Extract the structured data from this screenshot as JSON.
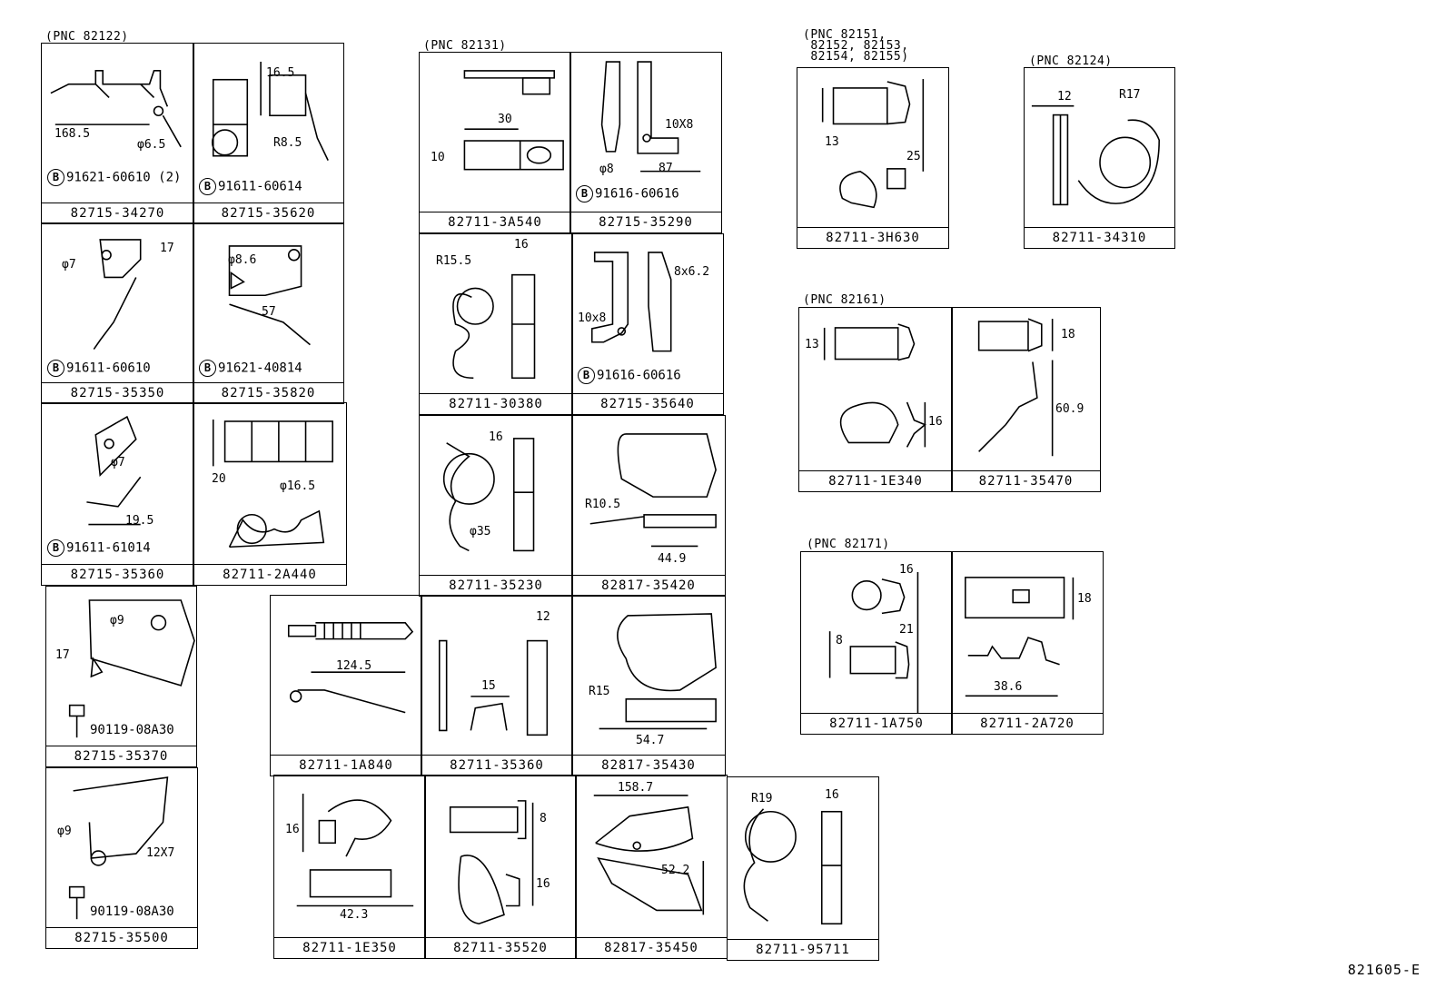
{
  "groups": [
    {
      "label": "(PNC 82122)"
    },
    {
      "label": "(PNC 82131)"
    },
    {
      "label": "(PNC 82151,\n 82152, 82153,\n 82154, 82155)"
    },
    {
      "label": "(PNC 82124)"
    },
    {
      "label": "(PNC 82161)"
    },
    {
      "label": "(PNC 82171)"
    }
  ],
  "parts": [
    {
      "pn": "82715-34270",
      "bolt": "91621-60610 (2)",
      "bolt_type": "B",
      "dims": [
        "168.5",
        "φ6.5"
      ]
    },
    {
      "pn": "82715-35620",
      "bolt": "91611-60614",
      "bolt_type": "B",
      "dims": [
        "16.5",
        "R8.5"
      ]
    },
    {
      "pn": "82715-35350",
      "bolt": "91611-60610",
      "bolt_type": "B",
      "dims": [
        "φ7",
        "17"
      ]
    },
    {
      "pn": "82715-35820",
      "bolt": "91621-40814",
      "bolt_type": "B",
      "dims": [
        "φ8.6",
        "57"
      ]
    },
    {
      "pn": "82715-35360",
      "bolt": "91611-61014",
      "bolt_type": "B",
      "dims": [
        "φ7",
        "19.5"
      ]
    },
    {
      "pn": "82711-2A440",
      "bolt": "",
      "bolt_type": "",
      "dims": [
        "20",
        "φ16.5"
      ]
    },
    {
      "pn": "82715-35370",
      "bolt": "90119-08A30",
      "bolt_type": "screw",
      "dims": [
        "φ9",
        "17"
      ]
    },
    {
      "pn": "82715-35500",
      "bolt": "90119-08A30",
      "bolt_type": "screw",
      "dims": [
        "φ9",
        "12X7"
      ]
    },
    {
      "pn": "82711-3A540",
      "bolt": "",
      "bolt_type": "",
      "dims": [
        "30",
        "10"
      ]
    },
    {
      "pn": "82715-35290",
      "bolt": "91616-60616",
      "bolt_type": "B",
      "dims": [
        "10X8",
        "φ8",
        "87"
      ]
    },
    {
      "pn": "82711-30380",
      "bolt": "",
      "bolt_type": "",
      "dims": [
        "R15.5",
        "16"
      ]
    },
    {
      "pn": "82715-35640",
      "bolt": "91616-60616",
      "bolt_type": "B",
      "dims": [
        "8x6.2",
        "10x8"
      ]
    },
    {
      "pn": "82711-35230",
      "bolt": "",
      "bolt_type": "",
      "dims": [
        "16",
        "φ35"
      ]
    },
    {
      "pn": "82817-35420",
      "bolt": "",
      "bolt_type": "",
      "dims": [
        "R10.5",
        "44.9"
      ]
    },
    {
      "pn": "82711-1A840",
      "bolt": "",
      "bolt_type": "",
      "dims": [
        "124.5"
      ]
    },
    {
      "pn": "82711-35360",
      "bolt": "",
      "bolt_type": "",
      "dims": [
        "12",
        "15"
      ]
    },
    {
      "pn": "82817-35430",
      "bolt": "",
      "bolt_type": "",
      "dims": [
        "R15",
        "54.7"
      ]
    },
    {
      "pn": "82711-1E350",
      "bolt": "",
      "bolt_type": "",
      "dims": [
        "16",
        "42.3"
      ]
    },
    {
      "pn": "82711-35520",
      "bolt": "",
      "bolt_type": "",
      "dims": [
        "8",
        "16"
      ]
    },
    {
      "pn": "82817-35450",
      "bolt": "",
      "bolt_type": "",
      "dims": [
        "158.7",
        "52.2"
      ]
    },
    {
      "pn": "82711-95711",
      "bolt": "",
      "bolt_type": "",
      "dims": [
        "R19",
        "16"
      ]
    },
    {
      "pn": "82711-3H630",
      "bolt": "",
      "bolt_type": "",
      "dims": [
        "13",
        "25"
      ]
    },
    {
      "pn": "82711-34310",
      "bolt": "",
      "bolt_type": "",
      "dims": [
        "12",
        "R17"
      ]
    },
    {
      "pn": "82711-1E340",
      "bolt": "",
      "bolt_type": "",
      "dims": [
        "13",
        "16"
      ]
    },
    {
      "pn": "82711-35470",
      "bolt": "",
      "bolt_type": "",
      "dims": [
        "18",
        "60.9"
      ]
    },
    {
      "pn": "82711-1A750",
      "bolt": "",
      "bolt_type": "",
      "dims": [
        "16",
        "8",
        "21"
      ]
    },
    {
      "pn": "82711-2A720",
      "bolt": "",
      "bolt_type": "",
      "dims": [
        "18",
        "38.6"
      ]
    }
  ],
  "figure_code": "821605-E"
}
